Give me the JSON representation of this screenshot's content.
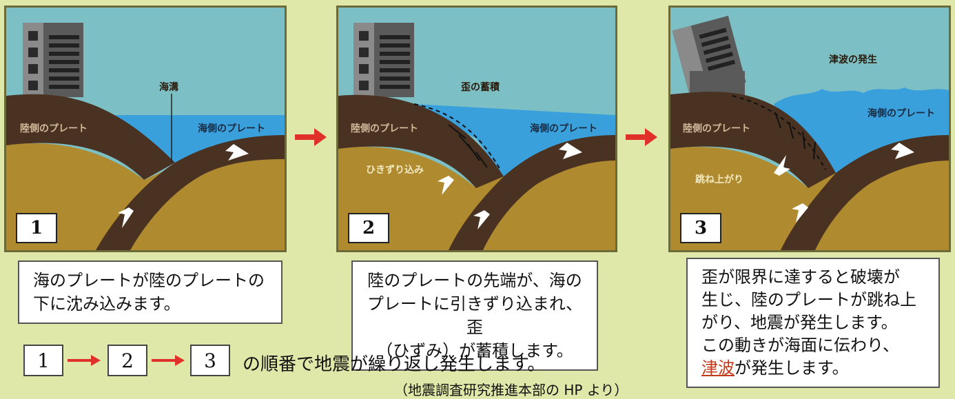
{
  "panels": [
    {
      "number": "1",
      "labels": {
        "trench": "海溝",
        "land_plate": "陸側のプレート",
        "sea_plate": "海側のプレート"
      }
    },
    {
      "number": "2",
      "labels": {
        "strain": "歪の蓄積",
        "land_plate": "陸側のプレート",
        "sea_plate": "海側のプレート",
        "drag": "ひきずり込み"
      }
    },
    {
      "number": "3",
      "labels": {
        "tsunami": "津波の発生",
        "land_plate": "陸側のプレート",
        "sea_plate": "海側のプレート",
        "rebound": "跳ね上がり"
      }
    }
  ],
  "captions": {
    "c1": [
      "海のプレートが陸のプレートの",
      "下に沈み込みます。"
    ],
    "c2": [
      "陸のプレートの先端が、海の",
      "プレートに引きずり込まれ、歪",
      "（ひずみ）が蓄積します。"
    ],
    "c3_lines": [
      "歪が限界に達すると破壊が",
      "生じ、陸のプレートが跳ね上",
      "がり、地震が発生します。",
      "この動きが海面に伝わり、"
    ],
    "c3_tsunami": "津波",
    "c3_last": "が発生します。"
  },
  "sequence": {
    "n1": "1",
    "n2": "2",
    "n3": "3",
    "text": "の順番で地震が繰り返し発生します。"
  },
  "source": "（地震調査研究推進本部の HP より）",
  "colors": {
    "sea": "#3aa0dc",
    "sky": "#7cc0c6",
    "crust": "#4a3222",
    "mantle": "#b08a2e",
    "arrow_red": "#e0302a"
  }
}
